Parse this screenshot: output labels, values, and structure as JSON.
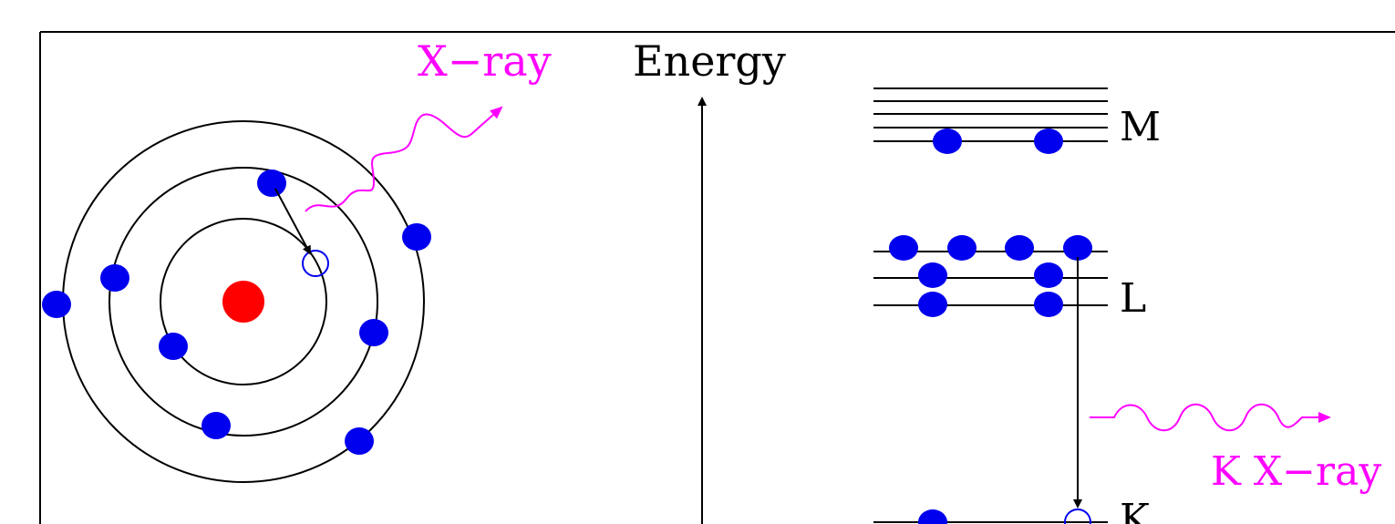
{
  "labels": {
    "xray": "X−ray",
    "energy": "Energy",
    "shell_m": "M",
    "shell_l": "L",
    "shell_k": "K",
    "k_xray": "K X−ray"
  },
  "colors": {
    "electron": "#0000ee",
    "nucleus": "#ff0000",
    "photon": "#ff00ff",
    "line": "#000000",
    "vacancy": "#0000ee"
  }
}
